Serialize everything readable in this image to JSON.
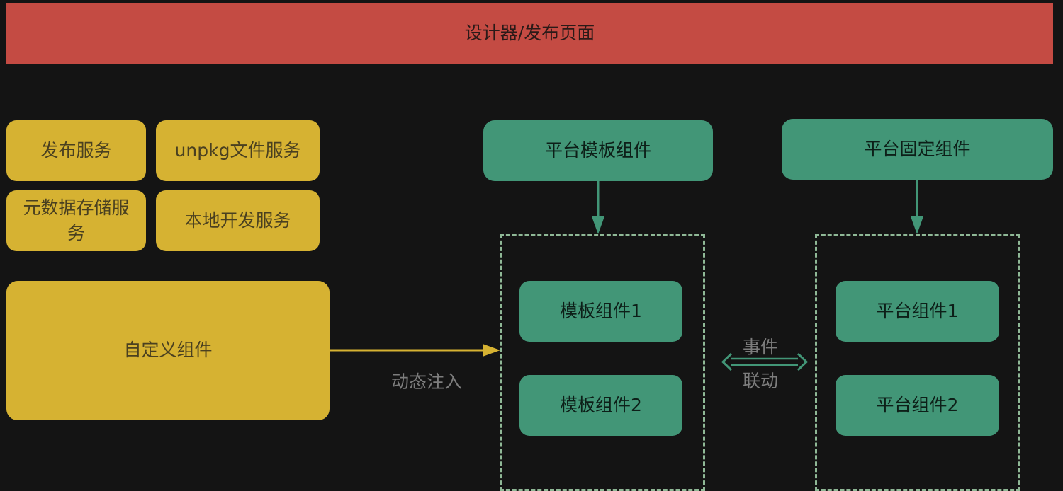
{
  "header": {
    "title": "设计器/发布页面"
  },
  "services": {
    "publish": "发布服务",
    "unpkg": "unpkg文件服务",
    "metadata": "元数据存储服务",
    "local_dev": "本地开发服务"
  },
  "custom_component": "自定义组件",
  "dynamic_inject_label": "动态注入",
  "template_group": {
    "title": "平台模板组件",
    "items": [
      "模板组件1",
      "模板组件2"
    ]
  },
  "fixed_group": {
    "title": "平台固定组件",
    "items": [
      "平台组件1",
      "平台组件2"
    ]
  },
  "event_link_label": {
    "line1": "事件",
    "line2": "联动"
  },
  "colors": {
    "background": "#141414",
    "header": "#c44b43",
    "service": "#d6b232",
    "component": "#429677",
    "dashed_border": "#8fb896",
    "arrow_yellow": "#d6b232",
    "arrow_green": "#429677"
  }
}
